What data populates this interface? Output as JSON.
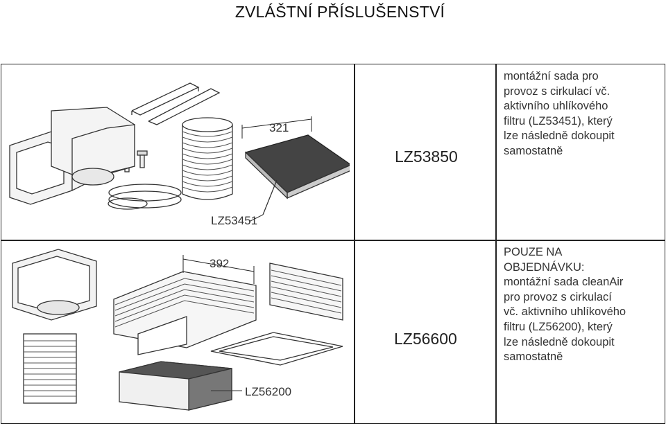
{
  "page_title": "ZVLÁŠTNÍ PŘÍSLUŠENSTVÍ",
  "rows": [
    {
      "code": "LZ53850",
      "dimension": "321",
      "filter_code": "LZ53451",
      "description_lines": [
        "montážní sada pro",
        "provoz s cirkulací vč.",
        "aktivního uhlíkového",
        "filtru (LZ53451), který",
        "lze následně dokoupit",
        "samostatně"
      ]
    },
    {
      "code": "LZ56600",
      "dimension": "392",
      "filter_code": "LZ56200",
      "description_lines": [
        "POUZE NA",
        "OBJEDNÁVKU:",
        "montážní sada cleanAir",
        "pro provoz s cirkulací",
        "vč. aktivního uhlíkového",
        "filtru (LZ56200), který",
        "lze následně dokoupit",
        "samostatně"
      ]
    }
  ]
}
